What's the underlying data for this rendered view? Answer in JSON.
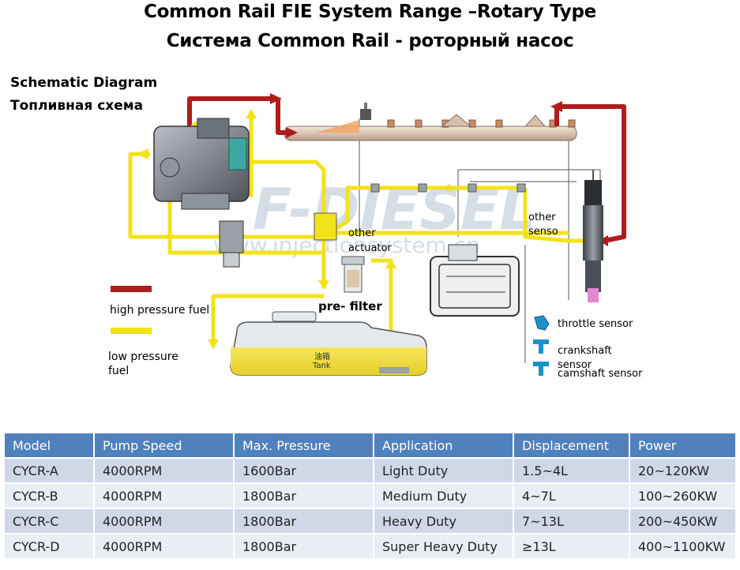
{
  "title": {
    "line1": "Common Rail FIE System Range –Rotary Type",
    "line2": "Система Common Rail - роторный насос"
  },
  "schematic": {
    "heading_en": "Schematic Diagram",
    "heading_ru": "Топливная схема"
  },
  "legend": {
    "high_pressure": "high pressure fuel",
    "low_pressure_line1": "low pressure",
    "low_pressure_line2": "fuel",
    "high_color": "#b01c1c",
    "low_color": "#f2e21b"
  },
  "labels": {
    "other_actuator_1": "other",
    "other_actuator_2": "actuator",
    "pre_filter": "pre- filter",
    "other_senso_1": "other",
    "other_senso_2": "senso",
    "throttle_sensor": "throttle sensor",
    "crankshaft_sensor_1": "crankshaft",
    "crankshaft_sensor_2": "sensor",
    "camshaft_sensor": "camshaft sensor",
    "tank_cn": "油箱",
    "tank_en": "Tank",
    "watermark_brand": "F-DIESEL",
    "watermark_url": "www.injectionsystem.cn"
  },
  "table": {
    "headers": [
      "Model",
      "Pump Speed",
      "Max. Pressure",
      "Application",
      "Displacement",
      "Power"
    ],
    "rows": [
      [
        "CYCR-A",
        "4000RPM",
        "1600Bar",
        "Light Duty",
        "1.5~4L",
        "20~120KW"
      ],
      [
        "CYCR-B",
        "4000RPM",
        "1800Bar",
        "Medium Duty",
        "4~7L",
        "100~260KW"
      ],
      [
        "CYCR-C",
        "4000RPM",
        "1800Bar",
        "Heavy Duty",
        "7~13L",
        "200~450KW"
      ],
      [
        "CYCR-D",
        "4000RPM",
        "1800Bar",
        "Super Heavy Duty",
        "≥13L",
        "400~1100KW"
      ]
    ]
  }
}
